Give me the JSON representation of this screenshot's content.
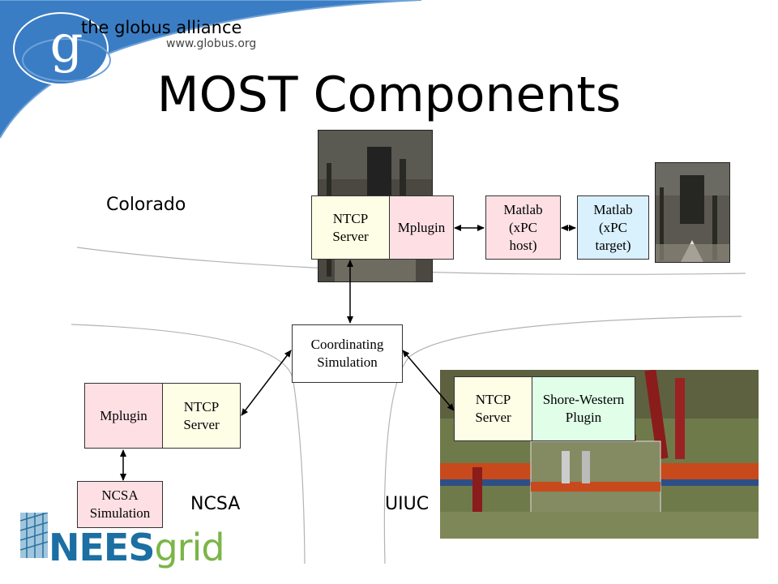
{
  "header": {
    "logo_letter": "g",
    "org_name": "the globus alliance",
    "url": "www.globus.org"
  },
  "title": "MOST Components",
  "regions": {
    "colorado": "Colorado",
    "ncsa": "NCSA",
    "uiuc": "UIUC"
  },
  "components": {
    "colorado_ntcp_server": "NTCP\nServer",
    "colorado_mplugin": "Mplugin",
    "matlab_host": "Matlab\n(xPC\n host)",
    "matlab_target": "Matlab\n(xPC\n target)",
    "coordinating_simulation": "Coordinating\nSimulation",
    "ncsa_mplugin": "Mplugin",
    "ncsa_ntcp_server": "NTCP\nServer",
    "ncsa_simulation": "NCSA\nSimulation",
    "uiuc_ntcp_server": "NTCP\nServer",
    "uiuc_shore_western_plugin": "Shore-Western\nPlugin"
  },
  "footer_logo": {
    "part1": "NEES",
    "part2": "grid"
  },
  "colors": {
    "corner_blue": "#3a7dc4",
    "ntcp_yellow": "#fefee6",
    "mplugin_pink": "#fee0e4",
    "matlab_target_blue": "#d9f0fd",
    "shore_western_mint": "#e0fee8",
    "nees_blue": "#1b6fa3",
    "grid_green": "#7ab648"
  }
}
